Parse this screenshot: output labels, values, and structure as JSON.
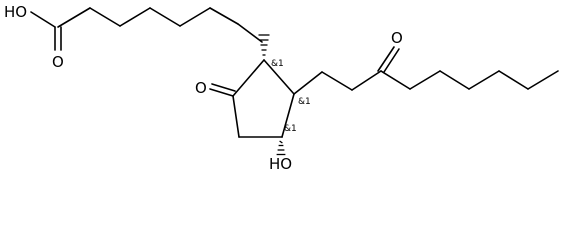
{
  "structure": {
    "atoms": {
      "acid_oh": "HO",
      "acid_o": "O",
      "ring_ketone_o": "O",
      "chain_ketone_o": "O",
      "ring_oh": "HO"
    },
    "stereo_labels": {
      "c8": "&1",
      "c12": "&1",
      "c11": "&1"
    }
  }
}
